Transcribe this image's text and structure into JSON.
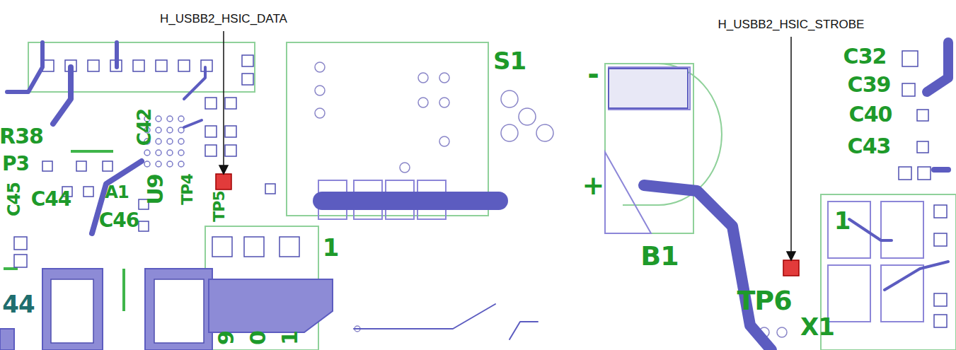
{
  "diagram": {
    "labels": [
      "H_USBB2_HSIC_DATA",
      "H_USBB2_HSIC_STROBE",
      "S1",
      "C32",
      "C39",
      "C40",
      "C43",
      "R38",
      "C42",
      "P3",
      "U9",
      "TP4",
      "TP5",
      "C45",
      "C44",
      "A1",
      "C46",
      "1",
      "B1",
      "TP6",
      "1",
      "X1",
      "44",
      "9",
      "0",
      "1",
      "-",
      "+"
    ]
  }
}
